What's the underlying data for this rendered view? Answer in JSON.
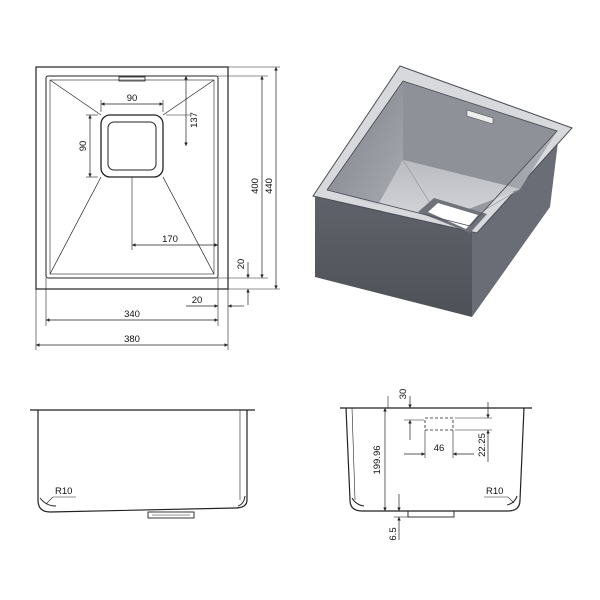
{
  "palette": {
    "line": "#222222",
    "dim": "#333333",
    "steel_light": "#c9cbd0",
    "steel_mid": "#9a9da5",
    "steel_dark": "#6b6e76",
    "steel_side": "#55585f"
  },
  "top_view": {
    "drain_width": "90",
    "drain_height": "90",
    "drain_offset_top": "137",
    "drain_offset_right": "170",
    "inner_height": "400",
    "outer_height": "440",
    "flange_bottom": "20",
    "flange_right": "20",
    "inner_width": "340",
    "outer_width": "380"
  },
  "front_view": {
    "corner_radius": "R10"
  },
  "side_view": {
    "overflow_top": "30",
    "depth": "199.96",
    "overflow_width": "46",
    "overflow_height": "22.25",
    "corner_radius": "R10",
    "drain_drop": "6.5"
  }
}
